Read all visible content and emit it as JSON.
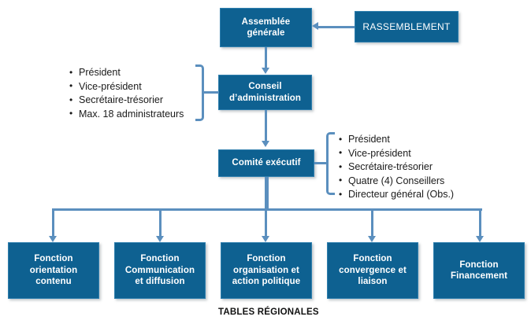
{
  "diagram": {
    "title_caption": "TABLES RÉGIONALES",
    "accent_color": "#0e6191",
    "connector_color": "#5b8fbe",
    "box_border_color": "#2f7fae",
    "text_color": "#ffffff"
  },
  "nodes": {
    "assemblee": {
      "line1": "Assemblée",
      "line2": "générale"
    },
    "rassemblement": {
      "label": "RASSEMBLEMENT"
    },
    "conseil": {
      "line1": "Conseil",
      "line2": "d’administration"
    },
    "comite": {
      "label": "Comité exécutif"
    }
  },
  "conseil_members": [
    "Président",
    "Vice-président",
    "Secrétaire-trésorier",
    "Max. 18 administrateurs"
  ],
  "comite_members": [
    "Président",
    "Vice-président",
    "Secrétaire-trésorier",
    "Quatre (4) Conseillers",
    "Directeur général (Obs.)"
  ],
  "functions": [
    {
      "line1": "Fonction",
      "line2": "orientation",
      "line3": "contenu"
    },
    {
      "line1": "Fonction",
      "line2": "Communication",
      "line3": "et diffusion"
    },
    {
      "line1": "Fonction",
      "line2": "organisation et",
      "line3": "action politique"
    },
    {
      "line1": "Fonction",
      "line2": "convergence et",
      "line3": "liaison"
    },
    {
      "line1": "Fonction",
      "line2": "Financement",
      "line3": ""
    }
  ]
}
